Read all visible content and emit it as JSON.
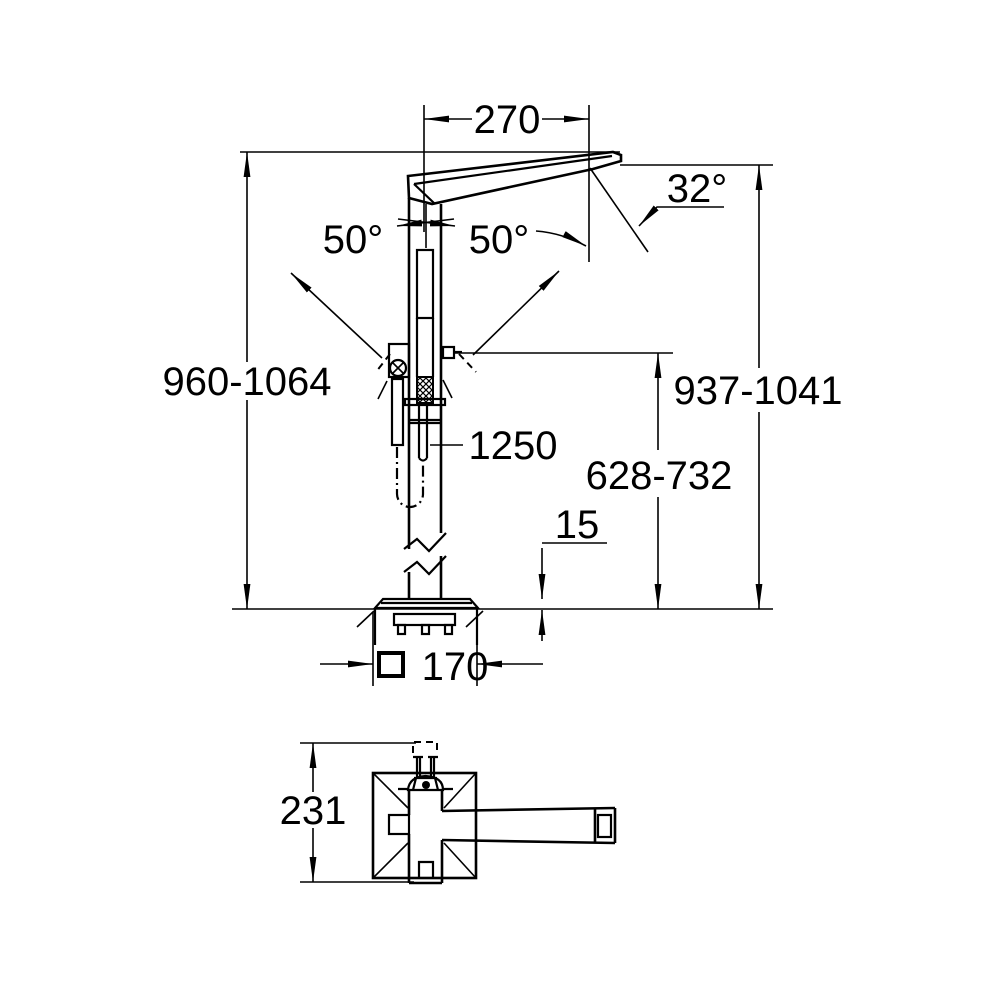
{
  "drawing": {
    "kind": "technical-dimension-drawing",
    "subject": "floor-mounted bath spout with hand shower, front elevation and plan view",
    "colors": {
      "line": "#000000",
      "background": "#ffffff"
    },
    "dims": {
      "spout_reach": "270",
      "spout_angle": "32°",
      "swivel_left": "50°",
      "swivel_right": "50°",
      "overall_height": "960-1064",
      "outlet_height": "937-1041",
      "hose_length": "1250",
      "side_connection_height": "628-732",
      "base_plate_height": "15",
      "base_plate_size_symbol": "□",
      "base_plate_size_value": "170",
      "plan_depth": "231"
    }
  }
}
